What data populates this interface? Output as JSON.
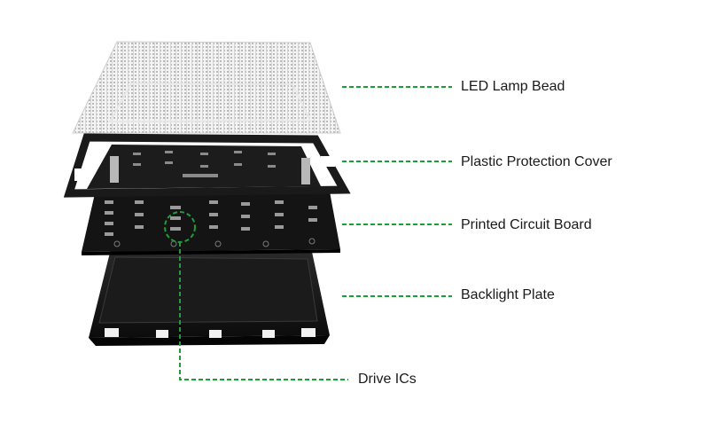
{
  "diagram": {
    "accent_color": "#1f9d3a",
    "layers": [
      {
        "name": "LED Lamp Bead"
      },
      {
        "name": "Plastic Protection Cover"
      },
      {
        "name": "Printed Circuit Board"
      },
      {
        "name": "Backlight Plate"
      }
    ],
    "callout": {
      "name": "Drive ICs"
    }
  }
}
